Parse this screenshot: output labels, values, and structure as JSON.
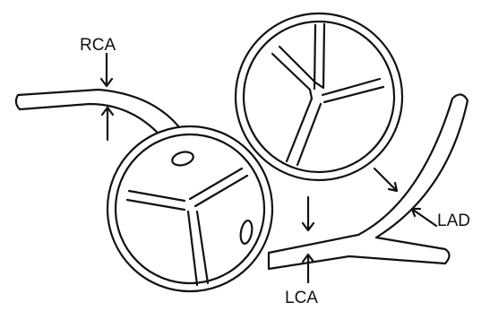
{
  "labels": {
    "rca": "RCA",
    "lad": "LAD",
    "lca": "LCA"
  },
  "colors": {
    "line": "#111111",
    "background": "#ffffff"
  }
}
